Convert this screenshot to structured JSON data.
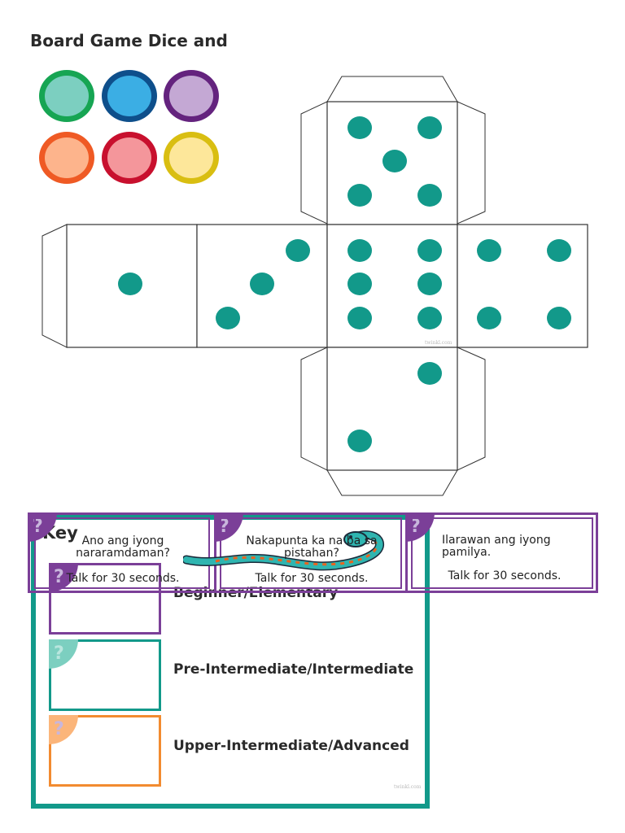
{
  "page": {
    "title": "Board Game Dice and"
  },
  "counters": [
    {
      "name": "counter-green",
      "fill": "#7ccfc0",
      "ring": "#16a553"
    },
    {
      "name": "counter-blue",
      "fill": "#3baee4",
      "ring": "#0e4f8b"
    },
    {
      "name": "counter-purple",
      "fill": "#c4a8d4",
      "ring": "#64237e"
    },
    {
      "name": "counter-orange",
      "fill": "#fdb48c",
      "ring": "#ef5a24"
    },
    {
      "name": "counter-red",
      "fill": "#f4969b",
      "ring": "#c8102e"
    },
    {
      "name": "counter-yellow",
      "fill": "#fde79a",
      "ring": "#d9be11"
    }
  ],
  "dice_net": {
    "pip_color": "#12998a",
    "watermarks": [
      "twinkl.com",
      "twinkl.com"
    ]
  },
  "cards": [
    {
      "question": "Ano ang iyong\nnararamdaman?",
      "prompt": "Talk for 30 seconds."
    },
    {
      "question": "Nakapunta ka na ba sa\npistahan?",
      "prompt": "Talk for 30 seconds."
    },
    {
      "question": "Ilarawan ang iyong\npamilya.",
      "prompt": "Talk for 30 seconds."
    }
  ],
  "key": {
    "title": "Key",
    "levels": [
      {
        "label": "Beginner/Elementary",
        "color": "#7b3f98"
      },
      {
        "label": "Pre-Intermediate/Intermediate",
        "color": "#12998a"
      },
      {
        "label": "Upper-Intermediate/Advanced",
        "color": "#f28b30"
      }
    ],
    "watermark": "twinkl.com"
  },
  "icons": {
    "card_corner": "question-mark-icon",
    "decoration": "snake-icon"
  }
}
